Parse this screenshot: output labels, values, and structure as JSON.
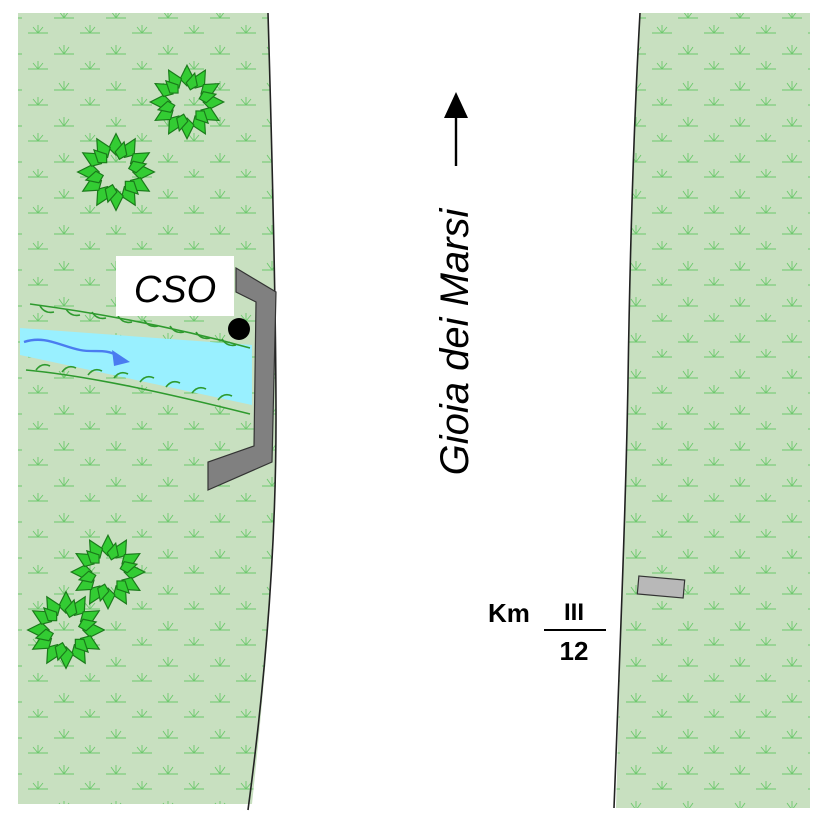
{
  "labels": {
    "cso": "CSO",
    "road_name": "Gioia dei Marsi",
    "km_prefix": "Km",
    "km_numerator": "III",
    "km_denominator": "12"
  },
  "colors": {
    "grass": "#c8e0c0",
    "grass_tuft": "#6cc86c",
    "shrub": "#33cc33",
    "shrub_dark": "#1a7a1a",
    "water": "#99f0ff",
    "flow_arrow": "#4a7cf0",
    "bank": "#2e9a2e",
    "structure": "#808080",
    "milestone": "#b8b8b8"
  },
  "icons": {
    "north_arrow": "arrow-up-icon",
    "flow": "flow-arrow-icon",
    "outfall": "outfall-point-icon",
    "vegetation": "shrub-icon",
    "grass": "grass-tuft-icon",
    "milestone": "milestone-icon"
  }
}
